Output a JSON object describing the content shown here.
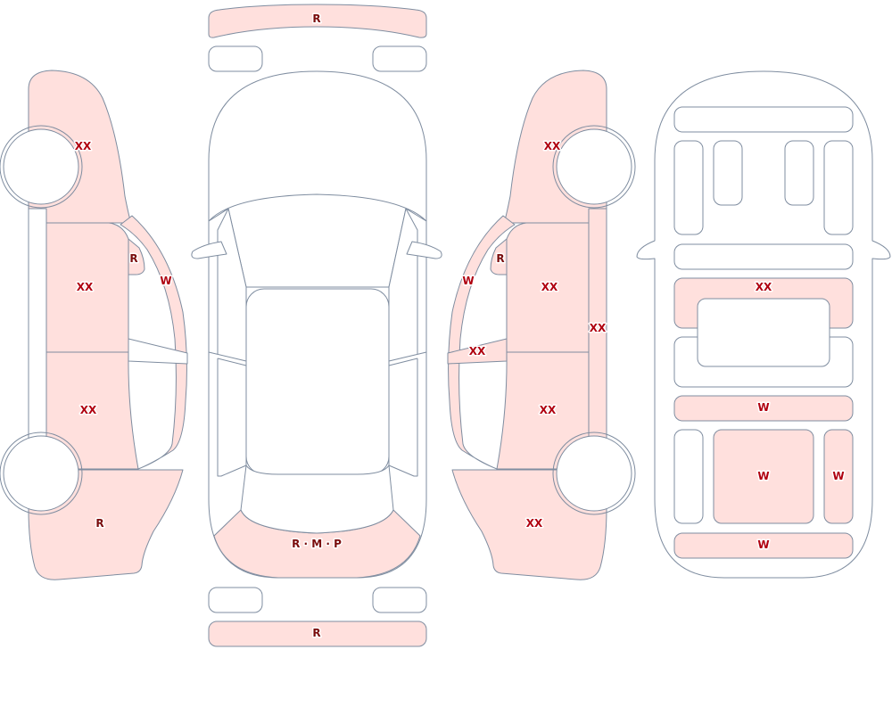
{
  "colors": {
    "outline": "#7f8da0",
    "damaged_fill": "#ffe0dd",
    "clean_fill": "#ffffff",
    "code_text": "#b00010",
    "code_text_alt": "#7a0c0c"
  },
  "codes": {
    "front_bumper": "R",
    "rear_bumper": "R",
    "left_front_fender": "XX",
    "left_front_door": "XX",
    "left_rear_door": "XX",
    "left_quarter_panel": "R",
    "left_mirror": "R",
    "left_a_pillar": "W",
    "hood": "R · M · P",
    "right_front_fender": "XX",
    "right_front_door": "XX",
    "right_rear_door": "XX",
    "right_quarter_panel": "XX",
    "right_rocker": "XX",
    "right_mirror": "R",
    "right_a_pillar": "W",
    "right_front_window": "XX",
    "interior_row2": "XX",
    "interior_row4": "W",
    "interior_center": "W",
    "interior_right": "W",
    "interior_bottom": "W"
  }
}
